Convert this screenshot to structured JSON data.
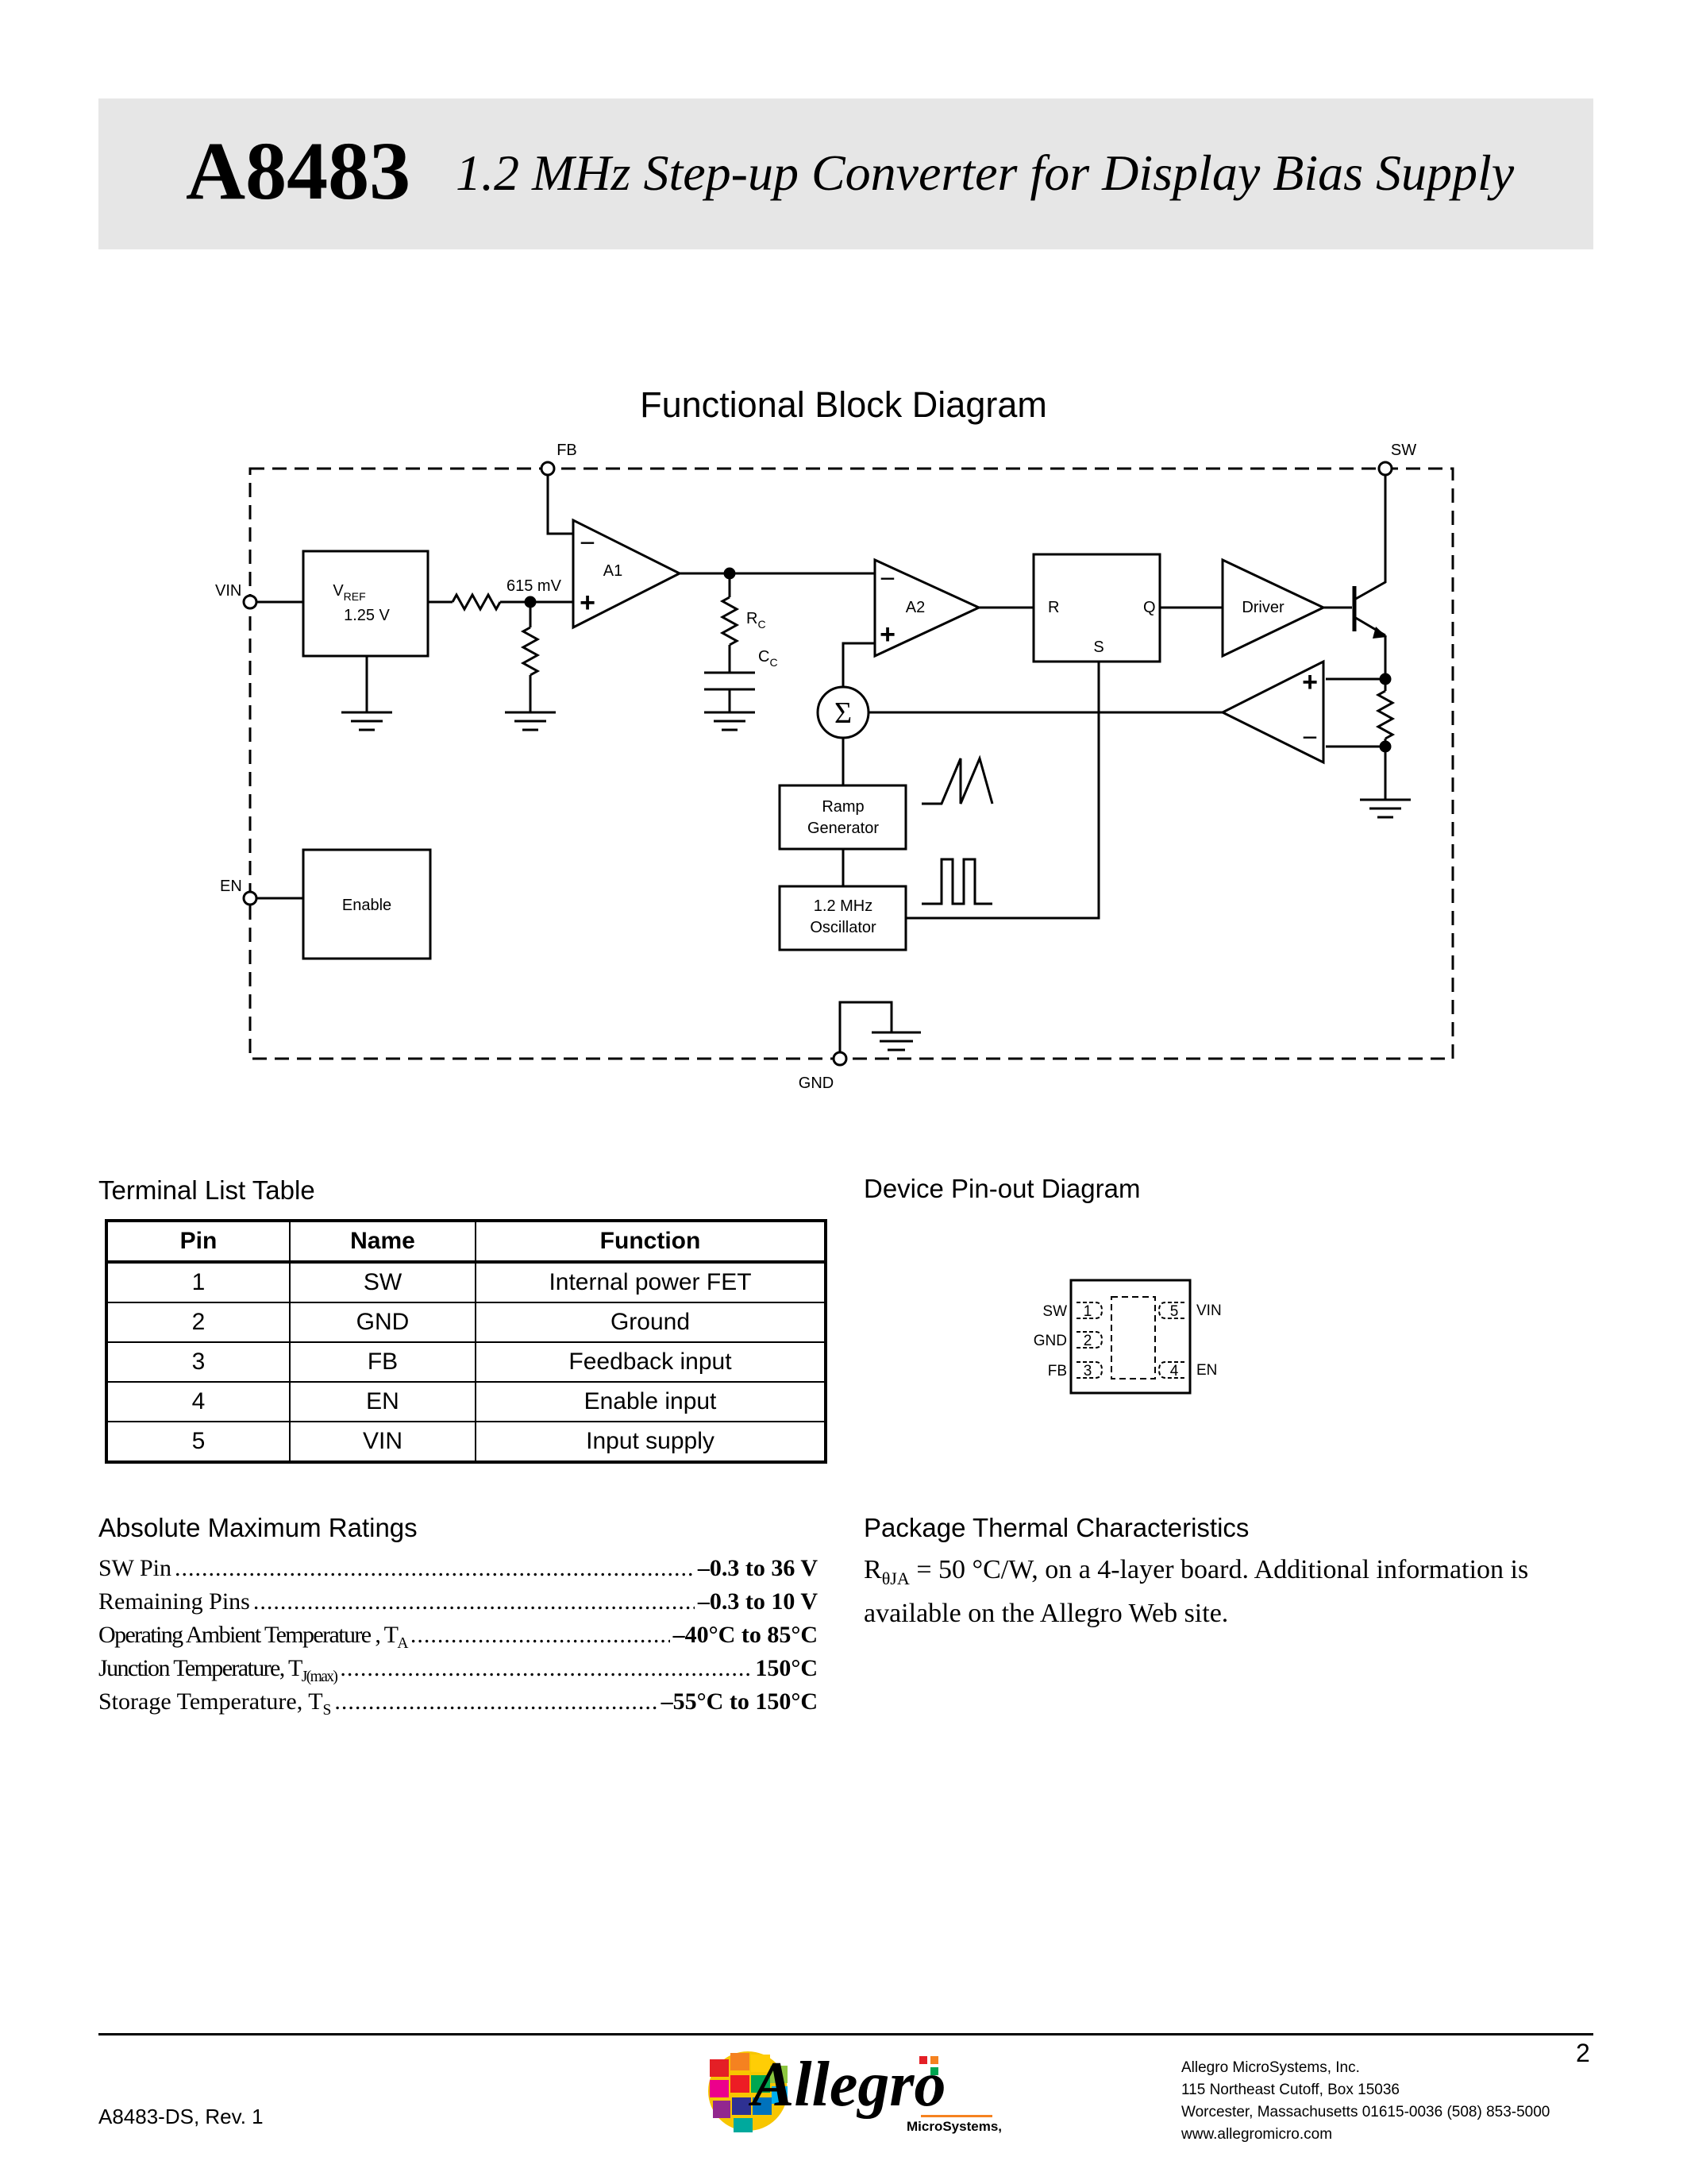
{
  "header": {
    "part_number": "A8483",
    "title": "1.2 MHz Step-up Converter for Display Bias Supply"
  },
  "diagram": {
    "title": "Functional Block Diagram",
    "pins": {
      "fb": "FB",
      "sw": "SW",
      "vin": "VIN",
      "en": "EN",
      "gnd": "GND"
    },
    "vref_label": "V",
    "vref_sub": "REF",
    "vref_value": "1.25 V",
    "mv_label": "615 mV",
    "a1": "A1",
    "a2": "A2",
    "rc": "R",
    "rc_sub": "C",
    "cc": "C",
    "cc_sub": "C",
    "latch_r": "R",
    "latch_q": "Q",
    "latch_s": "S",
    "driver": "Driver",
    "sigma": "Σ",
    "ramp_line1": "Ramp",
    "ramp_line2": "Generator",
    "osc_line1": "1.2 MHz",
    "osc_line2": "Oscillator",
    "enable": "Enable",
    "minus": "−",
    "plus": "+"
  },
  "terminal_list": {
    "title": "Terminal List Table",
    "headers": [
      "Pin",
      "Name",
      "Function"
    ],
    "rows": [
      [
        "1",
        "SW",
        "Internal power FET"
      ],
      [
        "2",
        "GND",
        "Ground"
      ],
      [
        "3",
        "FB",
        "Feedback input"
      ],
      [
        "4",
        "EN",
        "Enable input"
      ],
      [
        "5",
        "VIN",
        "Input supply"
      ]
    ]
  },
  "pinout": {
    "title": "Device Pin-out Diagram",
    "left_pins": [
      {
        "name": "SW",
        "number": "1"
      },
      {
        "name": "GND",
        "number": "2"
      },
      {
        "name": "FB",
        "number": "3"
      }
    ],
    "right_pins": [
      {
        "name": "VIN",
        "number": "5"
      },
      {
        "name": "EN",
        "number": "4"
      }
    ]
  },
  "ratings": {
    "title": "Absolute Maximum Ratings",
    "sw_pin": {
      "label": "SW Pin",
      "value": "–0.3 to 36 V"
    },
    "remaining_pins": {
      "label": "Remaining Pins",
      "value": "–0.3 to 10 V"
    },
    "operating_temp": {
      "label": "Operating Ambient Temperature , T",
      "sub": "A",
      "value": "–40°C to 85°C"
    },
    "junction_temp": {
      "label": "Junction Temperature, T",
      "sub": "J(max)",
      "value": "150°C"
    },
    "storage_temp": {
      "label": "Storage Temperature, T",
      "sub": "S",
      "value": "–55°C to 150°C"
    }
  },
  "thermal": {
    "title": "Package Thermal Characteristics",
    "symbol": "R",
    "symbol_sub": "θJA",
    "text": " = 50 °C/W, on a 4-layer board. Additional information is available on the Allegro Web site."
  },
  "footer": {
    "doc_revision": "A8483-DS, Rev. 1",
    "page_number": "2",
    "logo_text": "Allegro",
    "logo_subtext": "MicroSystems, Inc.",
    "address": [
      "Allegro MicroSystems, Inc.",
      "115 Northeast Cutoff, Box 15036",
      "Worcester, Massachusetts 01615-0036  (508) 853-5000",
      "www.allegromicro.com"
    ]
  }
}
